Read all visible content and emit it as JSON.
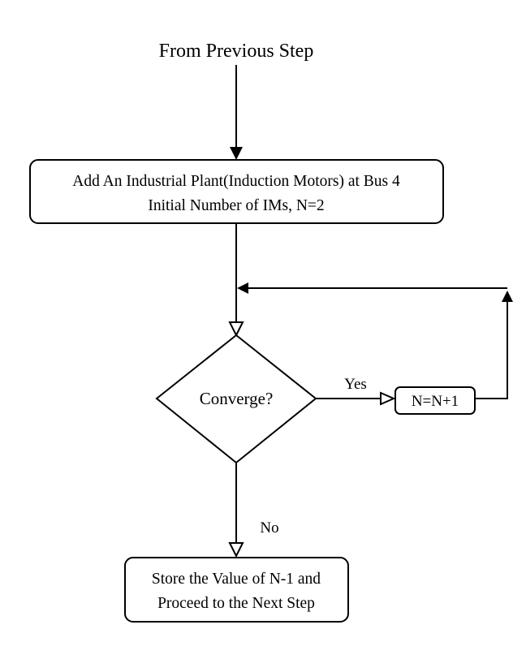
{
  "diagram": {
    "start_label": "From Previous Step",
    "process_box": {
      "line1": "Add An Industrial Plant(Induction Motors) at Bus 4",
      "line2": "Initial Number of IMs, N=2"
    },
    "decision": {
      "label": "Converge?"
    },
    "increment_box": {
      "label": "N=N+1"
    },
    "yes_label": "Yes",
    "no_label": "No",
    "end_box": {
      "line1": "Store the Value of N-1 and",
      "line2": "Proceed to the Next Step"
    },
    "colors": {
      "stroke": "#000000",
      "background": "#ffffff"
    }
  }
}
